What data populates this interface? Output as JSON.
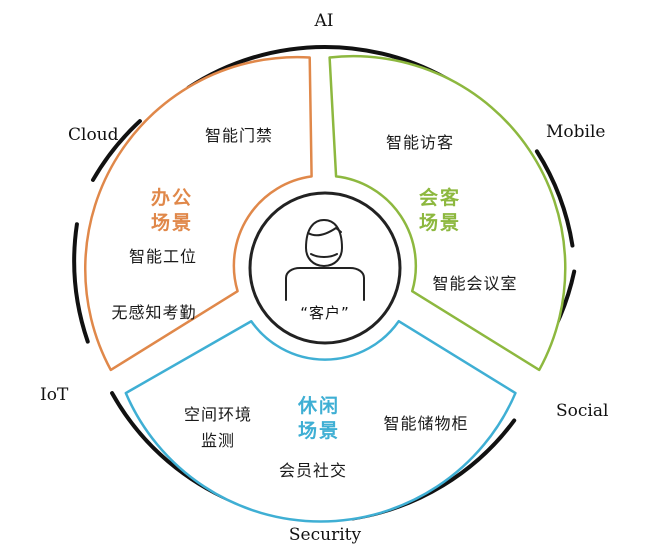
{
  "colors": {
    "office": "#E0884A",
    "meeting": "#8DB83F",
    "leisure": "#3FAFD4",
    "ring": "#111111",
    "hub": "#222222"
  },
  "outer_tech": {
    "ai": "AI",
    "cloud": "Cloud",
    "mobile": "Mobile",
    "iot": "IoT",
    "social": "Social",
    "security": "Security"
  },
  "center": {
    "icon": "user-icon",
    "label": "“客户”"
  },
  "segments": {
    "office": {
      "title_line1": "办公",
      "title_line2": "场景",
      "items": [
        "智能门禁",
        "智能工位",
        "无感知考勤"
      ]
    },
    "meeting": {
      "title_line1": "会客",
      "title_line2": "场景",
      "items": [
        "智能访客",
        "智能会议室"
      ]
    },
    "leisure": {
      "title_line1": "休闲",
      "title_line2": "场景",
      "items": [
        "空间环境",
        "监测",
        "会员社交",
        "智能储物柜"
      ]
    }
  }
}
